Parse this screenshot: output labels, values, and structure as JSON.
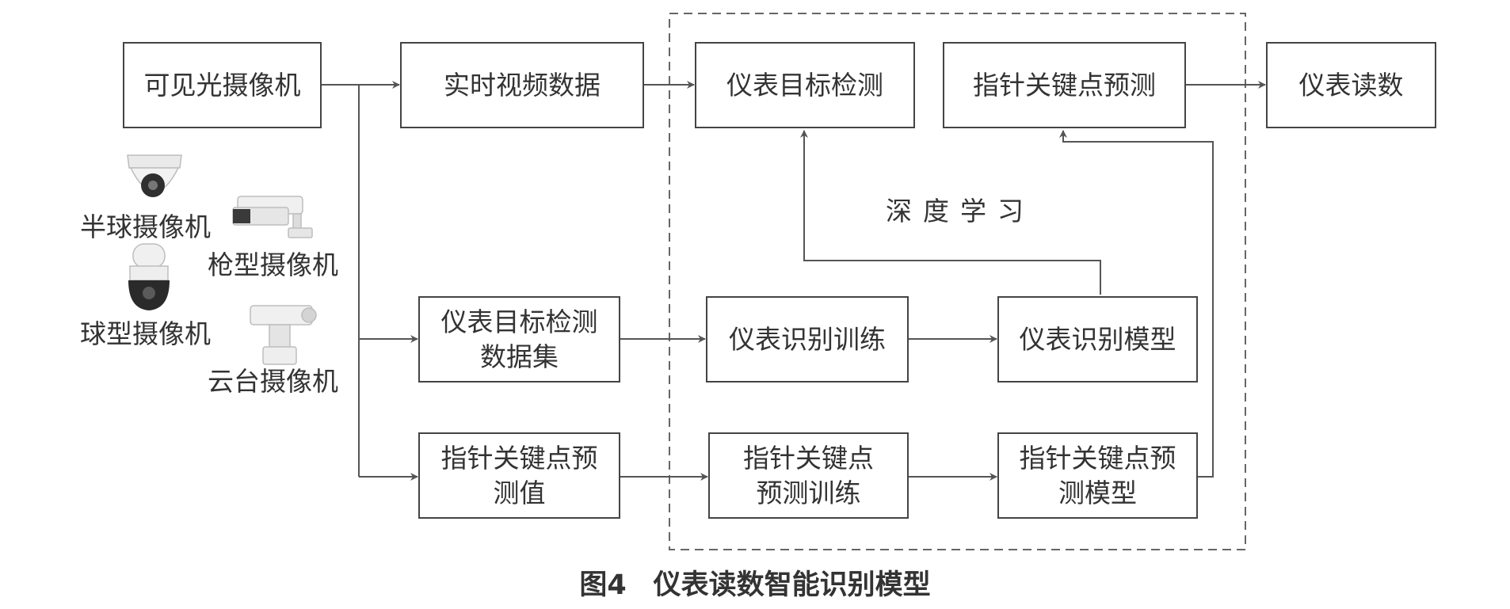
{
  "nodes": {
    "visible_camera": "可见光摄像机",
    "realtime_video": "实时视频数据",
    "meter_detection": "仪表目标检测",
    "pointer_predict": "指针关键点预测",
    "meter_reading": "仪表读数",
    "detection_dataset": "仪表目标检测\n数据集",
    "meter_training": "仪表识别训练",
    "meter_model": "仪表识别模型",
    "pointer_value": "指针关键点预\n测值",
    "pointer_training": "指针关键点\n预测训练",
    "pointer_model": "指针关键点预\n测模型"
  },
  "group_label": "深度学习",
  "cameras": [
    {
      "label": "半球摄像机",
      "icon": "dome-camera-icon"
    },
    {
      "label": "枪型摄像机",
      "icon": "bullet-camera-icon"
    },
    {
      "label": "球型摄像机",
      "icon": "speed-dome-camera-icon"
    },
    {
      "label": "云台摄像机",
      "icon": "ptz-camera-icon"
    }
  ],
  "caption": {
    "number": "图4",
    "title": "仪表读数智能识别模型"
  },
  "colors": {
    "line": "#555555",
    "box_border": "#444444",
    "text": "#333333"
  }
}
